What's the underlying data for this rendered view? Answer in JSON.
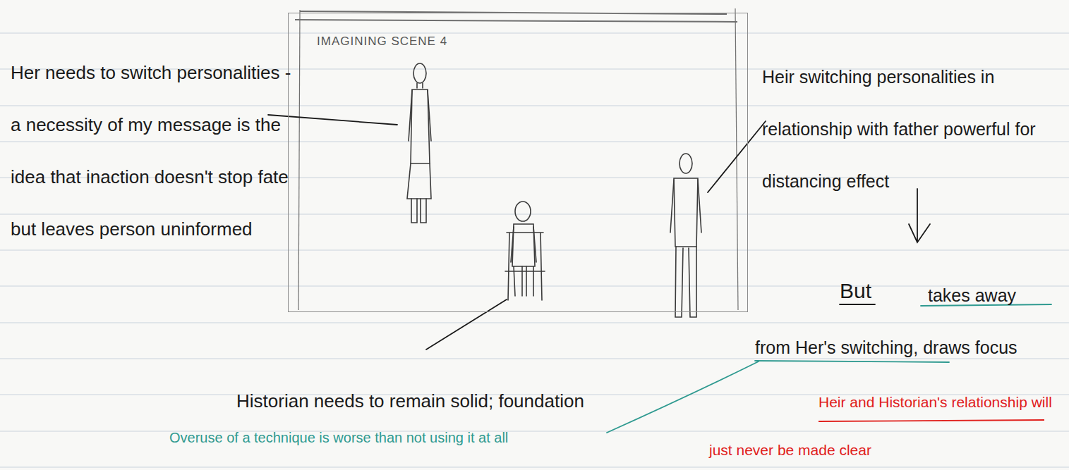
{
  "diagram": {
    "nodes": [
      {
        "text": [
          "IMAGINING SCENE 4"
        ]
      }
    ],
    "labels": [
      "Her needs to switch personalities - a necessity of my message is the idea that inaction doesn't stop fate but leaves person uninformed",
      "Heir switching personalities in relationship with father powerful for distancing effect",
      "But",
      "takes away from Her's switching, draws focus",
      "Historian needs to remain solid; foundation",
      "Heir and Historian's relationship will just never be made clear",
      "Overuse of a technique is worse than not using it at all"
    ]
  }
}
